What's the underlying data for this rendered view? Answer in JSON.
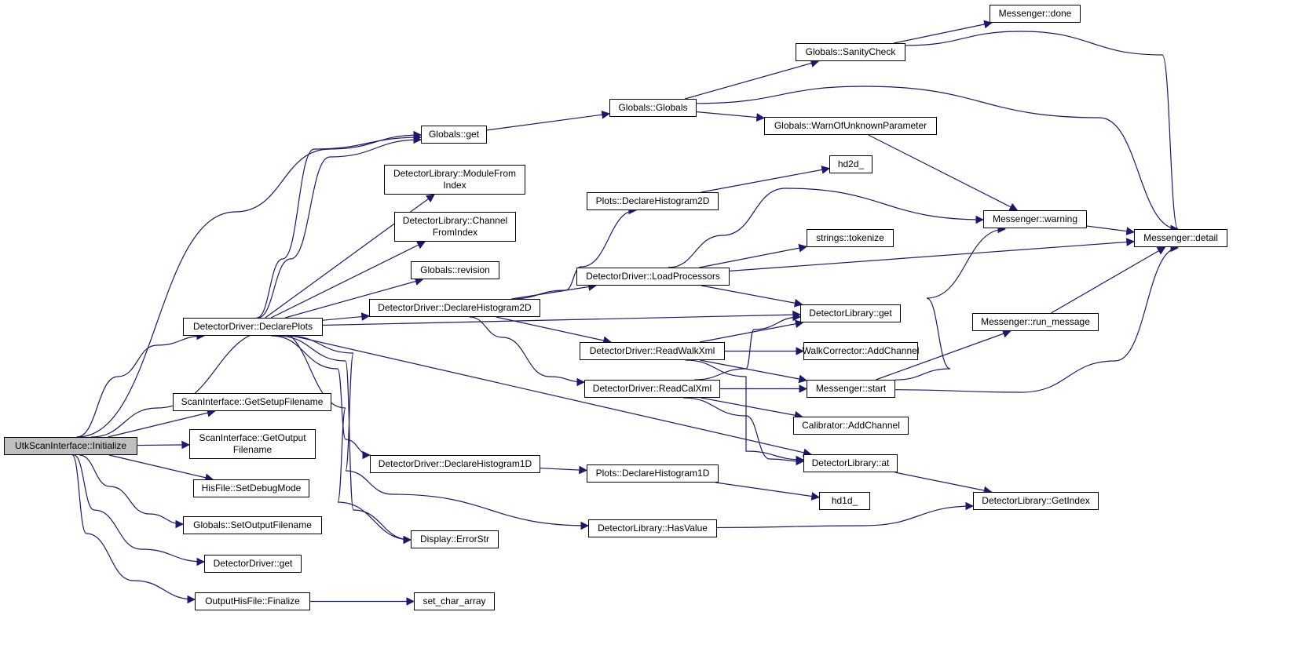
{
  "colors": {
    "edge": "#191970",
    "root_fill": "#bfbfbf",
    "node_fill": "#ffffff",
    "node_border": "#000000"
  },
  "nodes": {
    "n_initialize": {
      "label": "UtkScanInterface::Initialize",
      "root": true
    },
    "n_globals_get": {
      "label": "Globals::get"
    },
    "n_lib_modulefromindex": {
      "label": "DetectorLibrary::ModuleFrom\nIndex"
    },
    "n_lib_channelfromindex": {
      "label": "DetectorLibrary::Channel\nFromIndex"
    },
    "n_globals_revision": {
      "label": "Globals::revision"
    },
    "n_driver_declareplots": {
      "label": "DetectorDriver::DeclarePlots"
    },
    "n_getsetupfilename": {
      "label": "ScanInterface::GetSetupFilename"
    },
    "n_getoutputfilename": {
      "label": "ScanInterface::GetOutput\nFilename"
    },
    "n_hisfile_setdebugmode": {
      "label": "HisFile::SetDebugMode"
    },
    "n_globals_setoutputfilename": {
      "label": "Globals::SetOutputFilename"
    },
    "n_driver_get": {
      "label": "DetectorDriver::get"
    },
    "n_outputhisfile_finalize": {
      "label": "OutputHisFile::Finalize"
    },
    "n_set_char_array": {
      "label": "set_char_array"
    },
    "n_display_errorstr": {
      "label": "Display::ErrorStr"
    },
    "n_driver_declarehistogram2d": {
      "label": "DetectorDriver::DeclareHistogram2D"
    },
    "n_driver_declarehistogram1d": {
      "label": "DetectorDriver::DeclareHistogram1D"
    },
    "n_plots_declarehistogram2d": {
      "label": "Plots::DeclareHistogram2D"
    },
    "n_plots_declarehistogram1d": {
      "label": "Plots::DeclareHistogram1D"
    },
    "n_driver_loadprocessors": {
      "label": "DetectorDriver::LoadProcessors"
    },
    "n_driver_readwalkxml": {
      "label": "DetectorDriver::ReadWalkXml"
    },
    "n_driver_readcalxml": {
      "label": "DetectorDriver::ReadCalXml"
    },
    "n_lib_hasvalue": {
      "label": "DetectorLibrary::HasValue"
    },
    "n_globals_globals": {
      "label": "Globals::Globals"
    },
    "n_globals_sanitycheck": {
      "label": "Globals::SanityCheck"
    },
    "n_globals_warnofunknown": {
      "label": "Globals::WarnOfUnknownParameter"
    },
    "n_hd2d": {
      "label": "hd2d_"
    },
    "n_hd1d": {
      "label": "hd1d_"
    },
    "n_strings_tokenize": {
      "label": "strings::tokenize"
    },
    "n_lib_get": {
      "label": "DetectorLibrary::get"
    },
    "n_walkcorrector_addchannel": {
      "label": "WalkCorrector::AddChannel"
    },
    "n_messenger_start": {
      "label": "Messenger::start"
    },
    "n_calibrator_addchannel": {
      "label": "Calibrator::AddChannel"
    },
    "n_lib_at": {
      "label": "DetectorLibrary::at"
    },
    "n_messenger_done": {
      "label": "Messenger::done"
    },
    "n_messenger_warning": {
      "label": "Messenger::warning"
    },
    "n_messenger_detail": {
      "label": "Messenger::detail"
    },
    "n_messenger_run_message": {
      "label": "Messenger::run_message"
    },
    "n_lib_getindex": {
      "label": "DetectorLibrary::GetIndex"
    }
  }
}
